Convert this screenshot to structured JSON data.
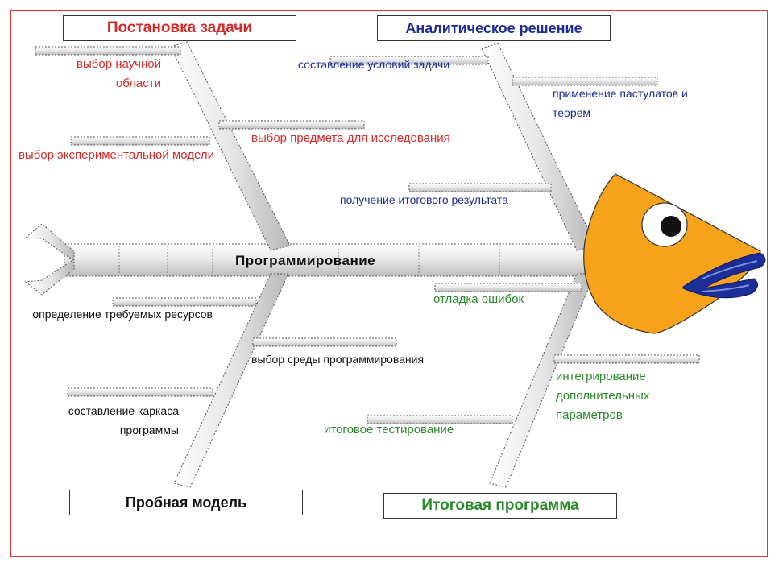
{
  "title": "Программирование",
  "colors": {
    "frame": "#e03030",
    "problem": "#d42a2a",
    "analytic": "#1b2d96",
    "model": "#111111",
    "final": "#2a8a2a",
    "fish_head": "#f6a21a",
    "fish_lips": "#1b2d96"
  },
  "categories": {
    "problem": {
      "title": "Постановка задачи",
      "items": [
        "выбор научной области",
        "выбор экспериментальной модели",
        "выбор предмета для исследования"
      ]
    },
    "analytic": {
      "title": "Аналитическое решение",
      "items": [
        "составление условий задачи",
        "применение пастулатов и теорем",
        "получение итогового результата"
      ]
    },
    "model": {
      "title": "Пробная модель",
      "items": [
        "определение требуемых ресурсов",
        "выбор среды программирования",
        "составление каркаса программы"
      ]
    },
    "final": {
      "title": "Итоговая программа",
      "items": [
        "отладка ошибок",
        "интегрирование дополнительных параметров",
        "итоговое тестирование"
      ]
    }
  }
}
